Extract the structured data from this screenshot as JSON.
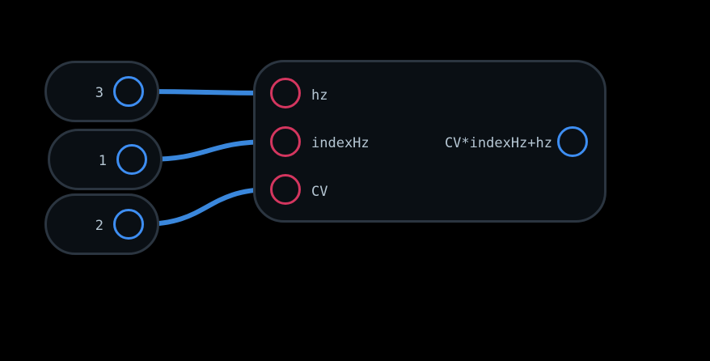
{
  "colors": {
    "background": "#000000",
    "node_fill": "#0a0f14",
    "node_border": "#2b3540",
    "output_port": "#3e8ef2",
    "input_port": "#d4365f",
    "wire": "#3a87dc",
    "text": "#b5c6d3"
  },
  "constants": [
    {
      "value": "3"
    },
    {
      "value": "1"
    },
    {
      "value": "2"
    }
  ],
  "function_node": {
    "inputs": [
      {
        "label": "hz"
      },
      {
        "label": "indexHz"
      },
      {
        "label": "CV"
      }
    ],
    "output": {
      "label": "CV*indexHz+hz"
    }
  },
  "connections": [
    {
      "from_constant": 0,
      "to_input": 0
    },
    {
      "from_constant": 1,
      "to_input": 1
    },
    {
      "from_constant": 2,
      "to_input": 2
    }
  ]
}
